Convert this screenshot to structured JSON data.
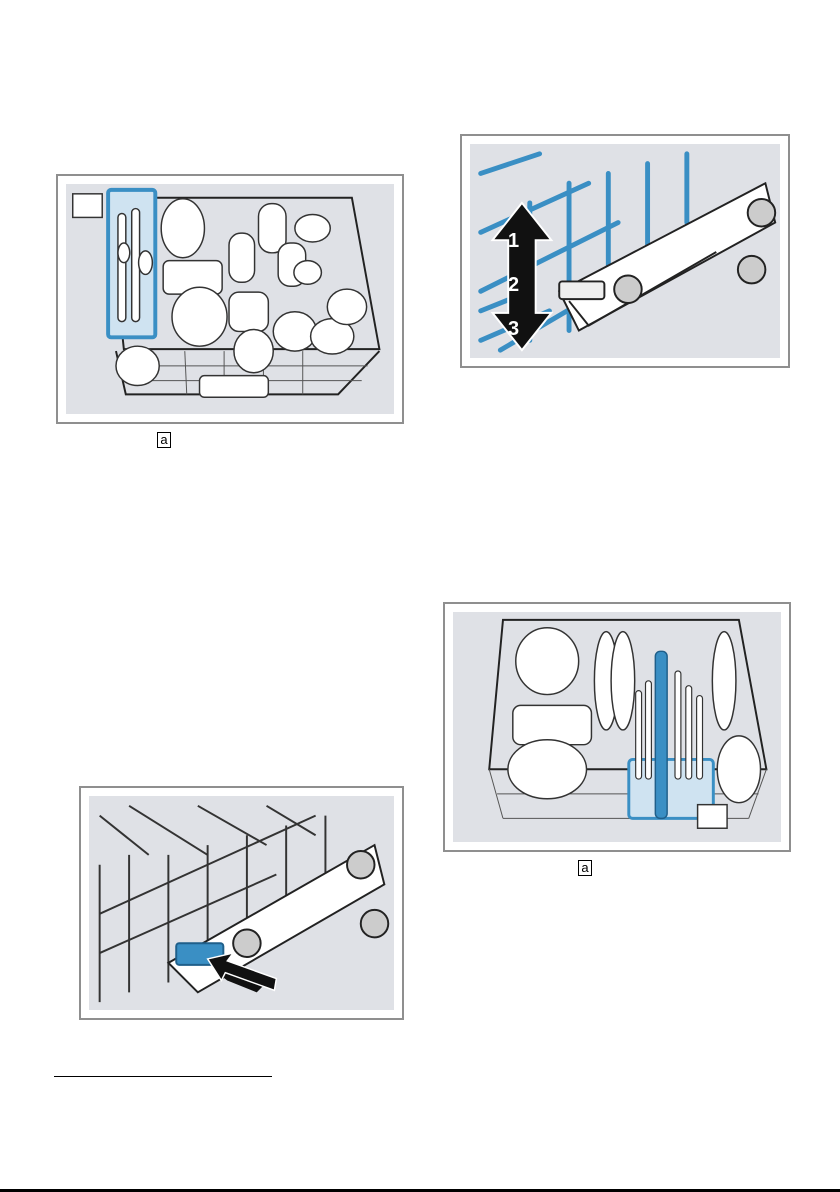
{
  "figures": [
    {
      "name": "upper-rack-cutlery-drawer",
      "callout": "a"
    },
    {
      "name": "rack-height-adjust-levels",
      "levels": [
        "1",
        "2",
        "3"
      ]
    },
    {
      "name": "rack-release-lever-press"
    },
    {
      "name": "lower-rack-cutlery-basket",
      "callout": "a"
    }
  ],
  "colors": {
    "accent": "#3a8fc4",
    "panel_bg": "#dfe1e6",
    "frame": "#8f8f8f",
    "line": "#1a1a1a"
  }
}
